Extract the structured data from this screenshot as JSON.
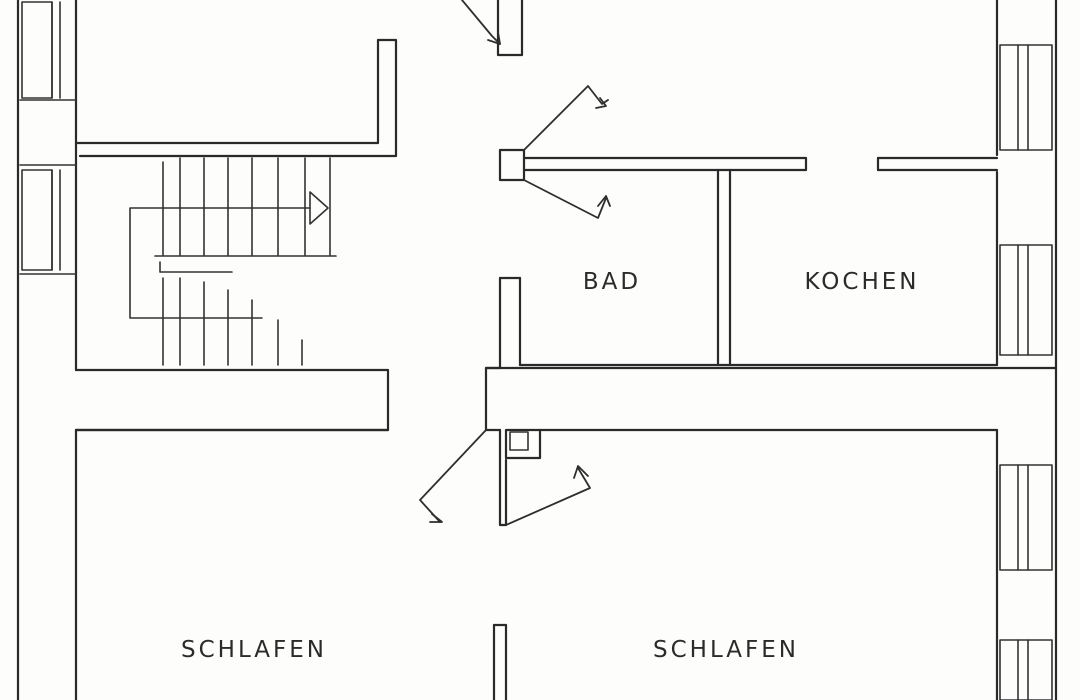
{
  "plan": {
    "rooms": [
      {
        "id": "bad",
        "label": "BAD"
      },
      {
        "id": "kochen",
        "label": "KOCHEN"
      },
      {
        "id": "schlafen-left",
        "label": "SCHLAFEN"
      },
      {
        "id": "schlafen-right",
        "label": "SCHLAFEN"
      }
    ]
  },
  "colors": {
    "ink": "#2a2a2a",
    "paper": "#fdfdfc"
  }
}
